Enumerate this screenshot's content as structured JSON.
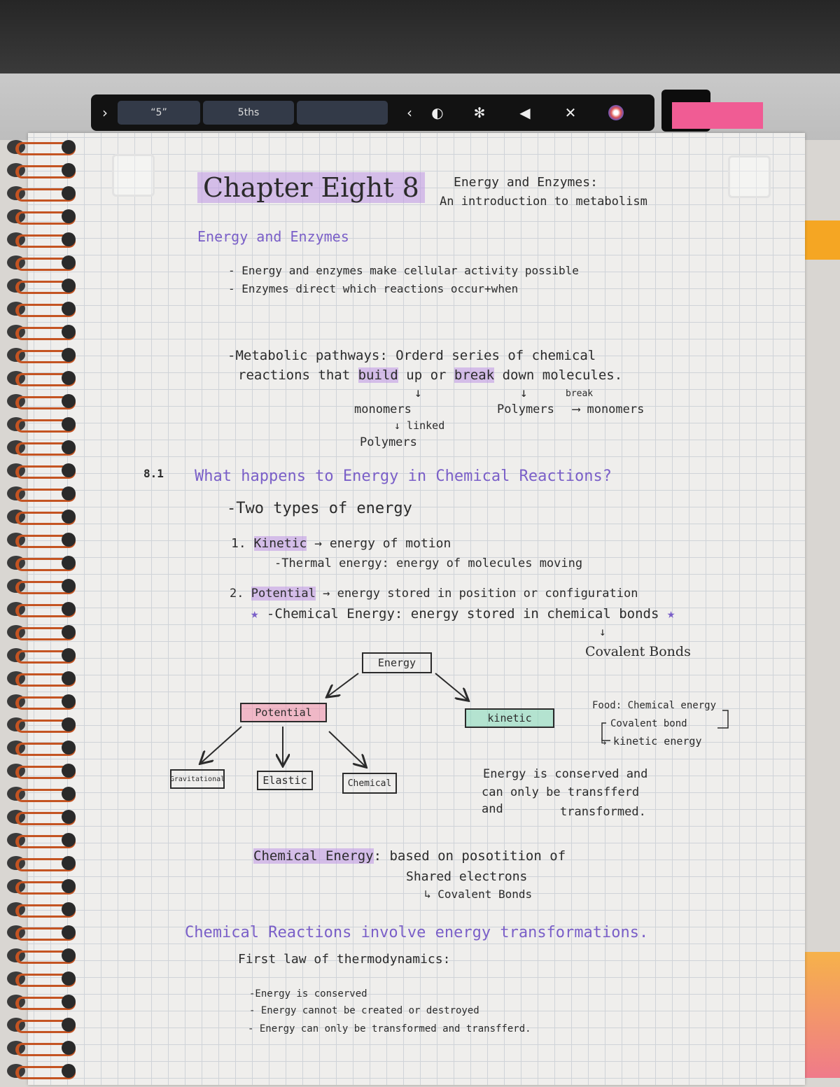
{
  "touchbar": {
    "key_quote": "“5”",
    "key_5ths": "5ths",
    "icons": [
      "chevron-left-icon",
      "brightness-icon",
      "sun-icon",
      "volume-icon",
      "mute-icon",
      "siri-icon"
    ]
  },
  "page": {
    "chapter_title": "Chapter Eight 8",
    "subtitle_1": "Energy and Enzymes:",
    "subtitle_2": "An introduction to metabolism",
    "section_heading": "Energy and Enzymes",
    "bullet_1": "- Energy and enzymes  make cellular activity possible",
    "bullet_2": "- Enzymes direct  which  reactions  occur+when",
    "metabolic_1": "-Metabolic pathways: Orderd series of chemical",
    "metabolic_2a": "reactions that",
    "metabolic_build": "build",
    "metabolic_2b": "up or",
    "metabolic_break": "break",
    "metabolic_2c": "down molecules.",
    "down_arrow": "↓",
    "break_small": "break",
    "monomers": "monomers",
    "linked": "↓ linked",
    "polymers": "Polymers",
    "polymers_right": "Polymers",
    "right_arrow_monomers": "⟶ monomers",
    "section_number": "8.1",
    "question_heading": "What happens to Energy in Chemical Reactions?",
    "two_types": "-Two types of energy",
    "kinetic_num": "1.",
    "kinetic_word": "Kinetic",
    "kinetic_def": "→ energy of motion",
    "thermal": "-Thermal energy: energy of molecules moving",
    "potential_num": "2.",
    "potential_word": "Potential",
    "potential_def": "→ energy stored in position or configuration",
    "chemical_energy_line": "-Chemical Energy: energy stored in chemical bonds",
    "star": "★",
    "covalent_bonds": "Covalent Bonds",
    "diagram": {
      "energy": "Energy",
      "potential": "Potential",
      "kinetic": "kinetic",
      "gravitational": "Gravitational",
      "elastic": "Elastic",
      "chemical": "Chemical"
    },
    "food_1": "Food: Chemical energy",
    "food_2": "Covalent bond",
    "food_3": "↳ kinetic energy",
    "conserved_1": "Energy is conserved and",
    "conserved_2": "can only be transfferd",
    "conserved_3": "and",
    "conserved_4": "transformed.",
    "chem_energy_label": "Chemical Energy",
    "chem_energy_def_1": ": based on posotition of",
    "chem_energy_def_2": "Shared electrons",
    "chem_energy_def_3": "↳ Covalent Bonds",
    "reactions_heading": "Chemical Reactions involve energy transformations.",
    "first_law": "First law of thermodynamics:",
    "law_1": "-Energy is conserved",
    "law_2": "- Energy cannot be created or destroyed",
    "law_3": "- Energy can only be transformed and transfferd."
  },
  "colors": {
    "purple_ink": "#7a5fc8",
    "purple_highlight": "#be96e6",
    "pink_highlight": "#f08caa",
    "green_highlight": "#8cdcbe",
    "spiral": "#c45422",
    "tab_pink": "#f05c94",
    "tab_orange": "#f5a623"
  }
}
